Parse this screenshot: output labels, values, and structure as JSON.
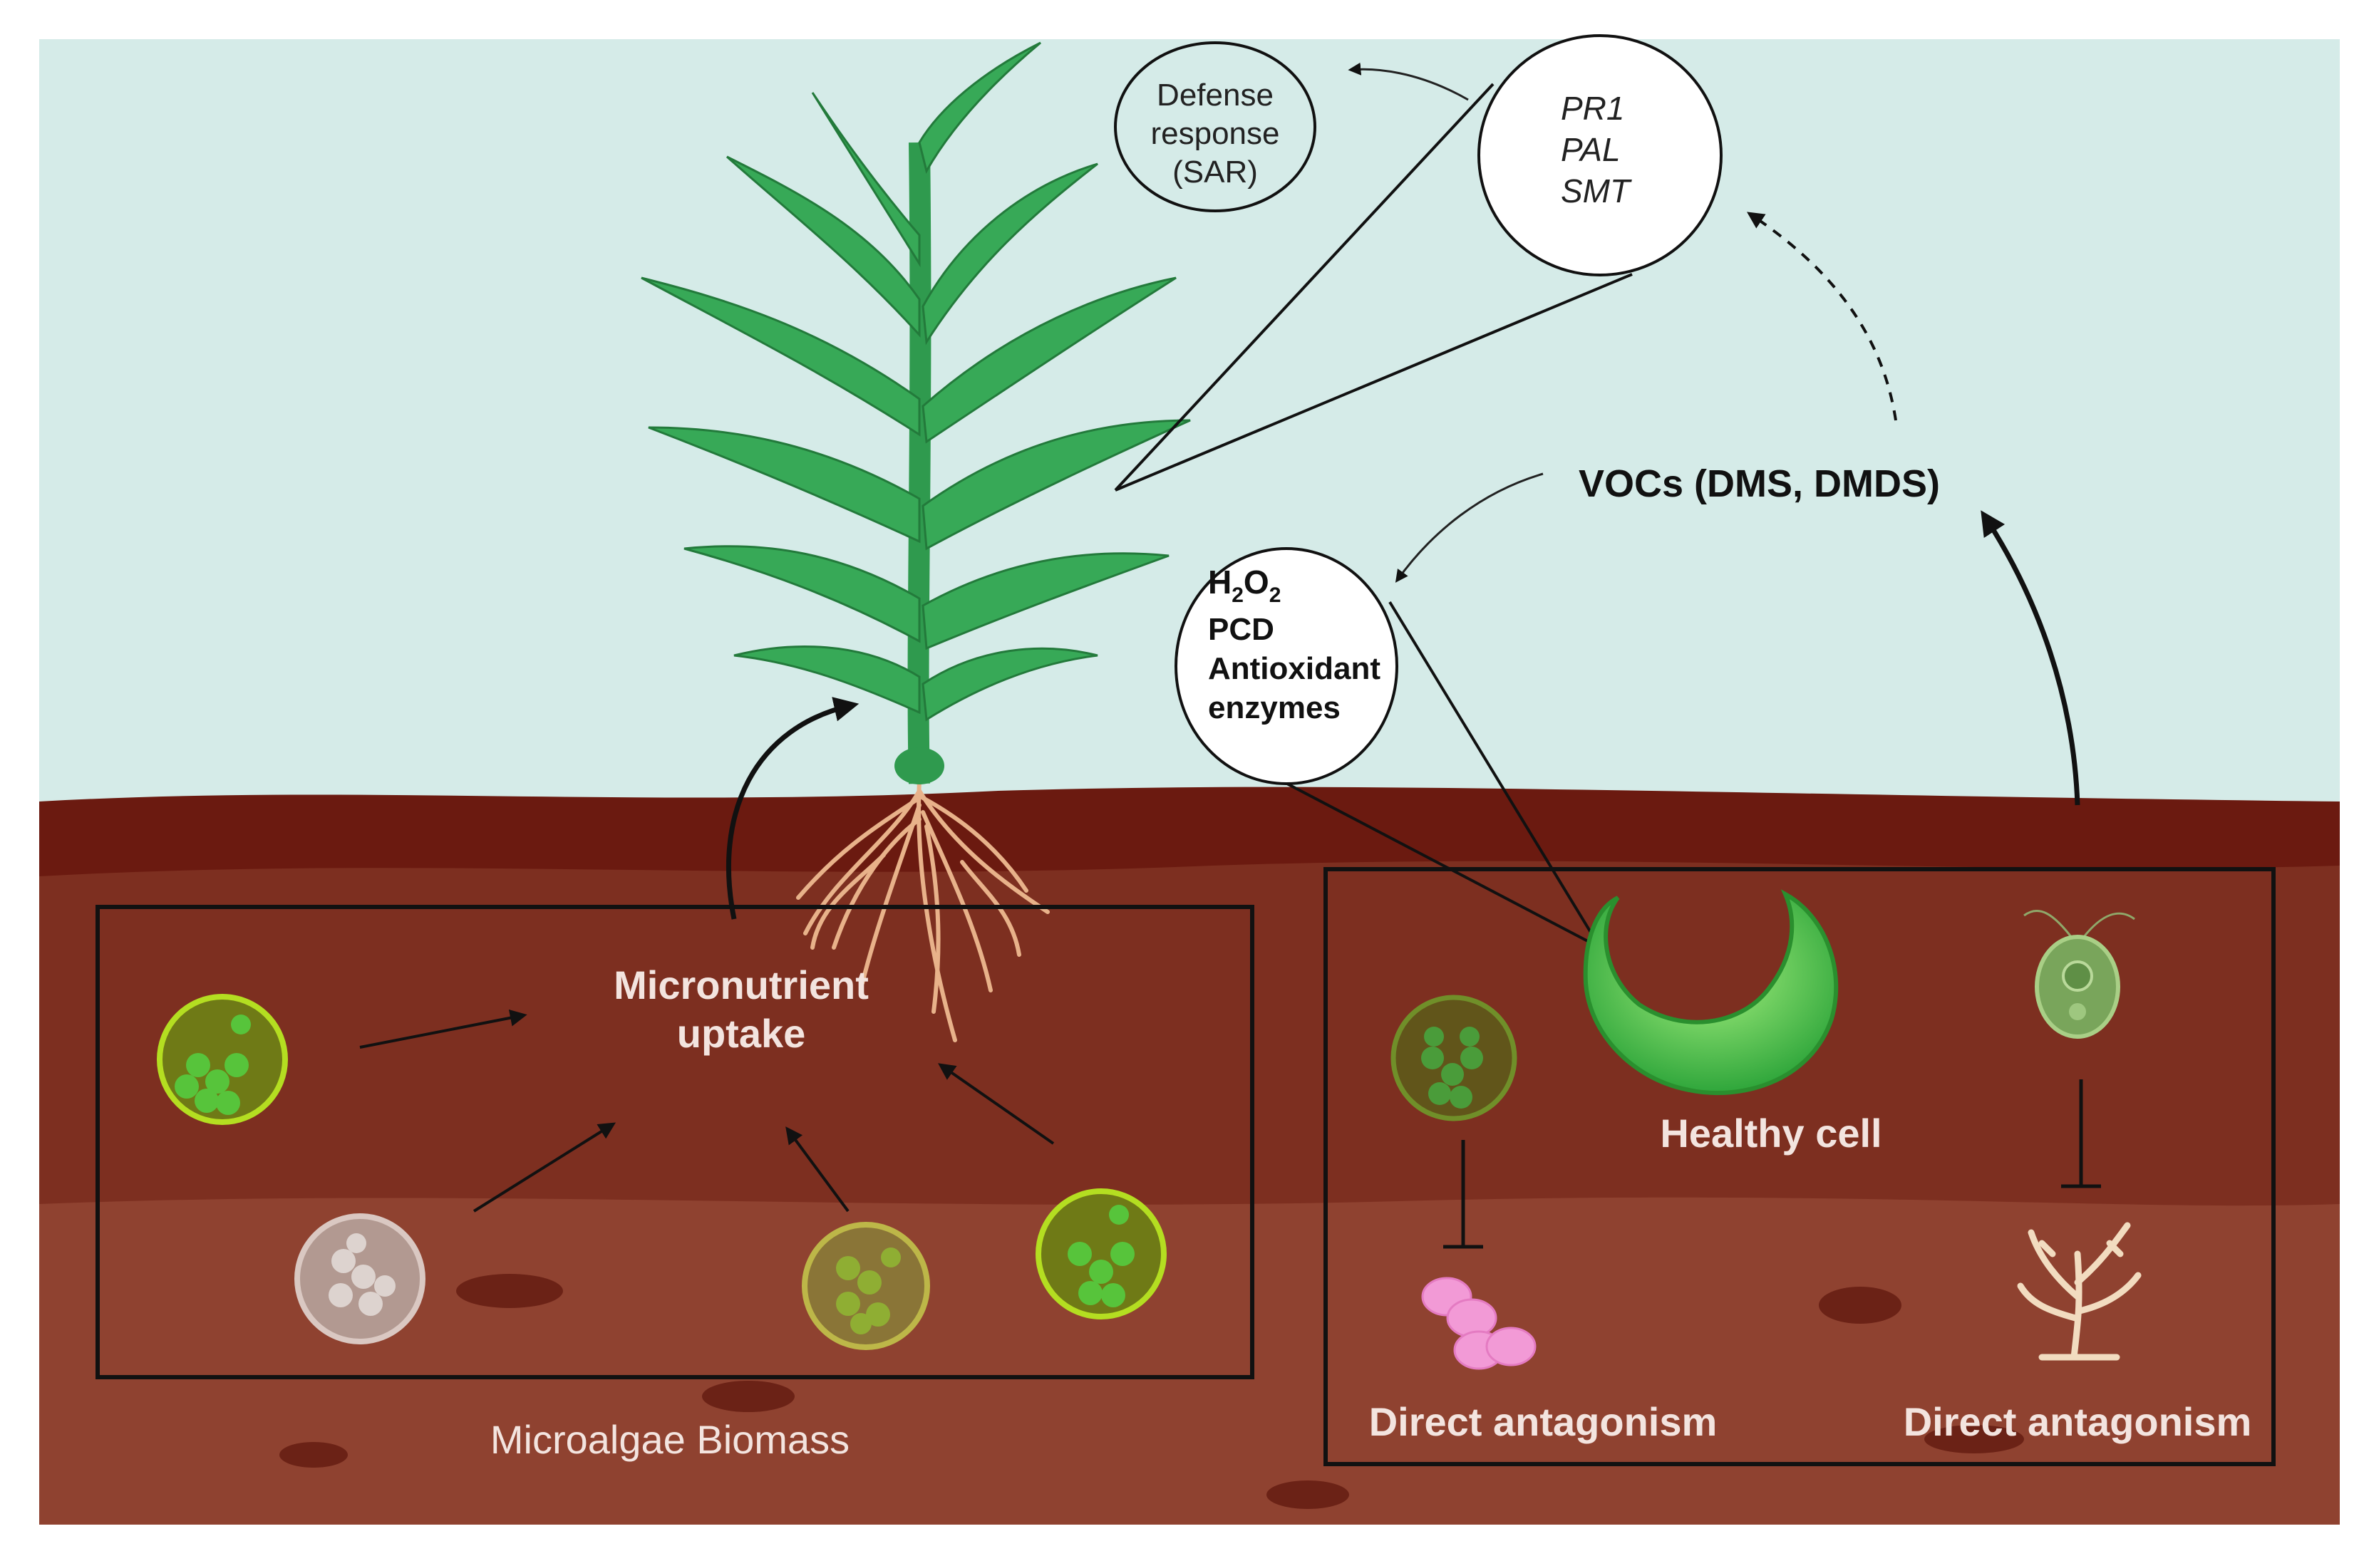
{
  "colors": {
    "sky": "#d5ebe8",
    "soil_top": "#6b1a10",
    "soil_mid": "#7d2f20",
    "soil_bottom": "#8f4230",
    "plant_green": "#2f9a4e",
    "root": "#e8b28a",
    "algae_bright": "#a6d21e",
    "algae_dim": "#7f8f3a",
    "healthy_cell": "#4fc74a",
    "pathogen_pink": "#f29ad6",
    "label_light": "#f3e4df",
    "outline": "#111111"
  },
  "labels": {
    "defense": [
      "Defense",
      "response",
      "(SAR)"
    ],
    "genes": [
      "PR1",
      "PAL",
      "SMT"
    ],
    "vocs": "VOCs (DMS, DMDS)",
    "ros_h": "H",
    "ros_sub2": "2",
    "ros_o": "O",
    "ros_tail": [
      "PCD",
      "Antioxidant",
      "enzymes"
    ],
    "micronutrient": [
      "Micronutrient",
      "uptake"
    ],
    "healthy_cell": "Healthy cell",
    "microalgae_biomass": "Microalgae Biomass",
    "antagonism_left": "Direct antagonism",
    "antagonism_right": "Direct antagonism"
  }
}
